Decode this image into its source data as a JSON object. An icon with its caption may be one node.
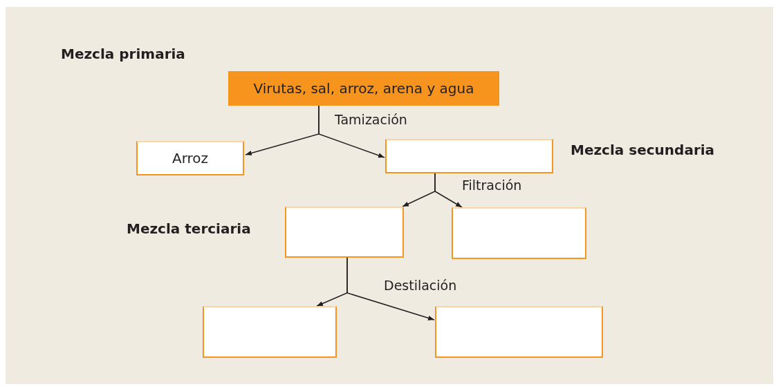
{
  "diagram": {
    "nodes": [
      {
        "text": [
          "Virutas, sal, arroz, arena y agua"
        ],
        "beside": [
          "Mezcla primaria"
        ]
      },
      {
        "text": [
          "Arroz"
        ]
      },
      {
        "text": [],
        "shape": "box",
        "beside": [
          "Mezcla secundaria"
        ]
      },
      {
        "text": [],
        "shape": "box",
        "beside": [
          "Mezcla terciaria"
        ]
      },
      {
        "text": [],
        "shape": "box"
      },
      {
        "text": [],
        "shape": "box"
      },
      {
        "text": [],
        "shape": "box"
      }
    ],
    "edges": [
      {
        "from": 0,
        "to": 1,
        "arrow": "to",
        "label": "Tamización"
      },
      {
        "from": 0,
        "to": 2,
        "arrow": "to"
      },
      {
        "from": 2,
        "to": 3,
        "arrow": "to",
        "label": "Filtración"
      },
      {
        "from": 2,
        "to": 4,
        "arrow": "to"
      },
      {
        "from": 3,
        "to": 5,
        "arrow": "to",
        "label": "Destilación"
      },
      {
        "from": 3,
        "to": 6,
        "arrow": "to"
      }
    ]
  }
}
